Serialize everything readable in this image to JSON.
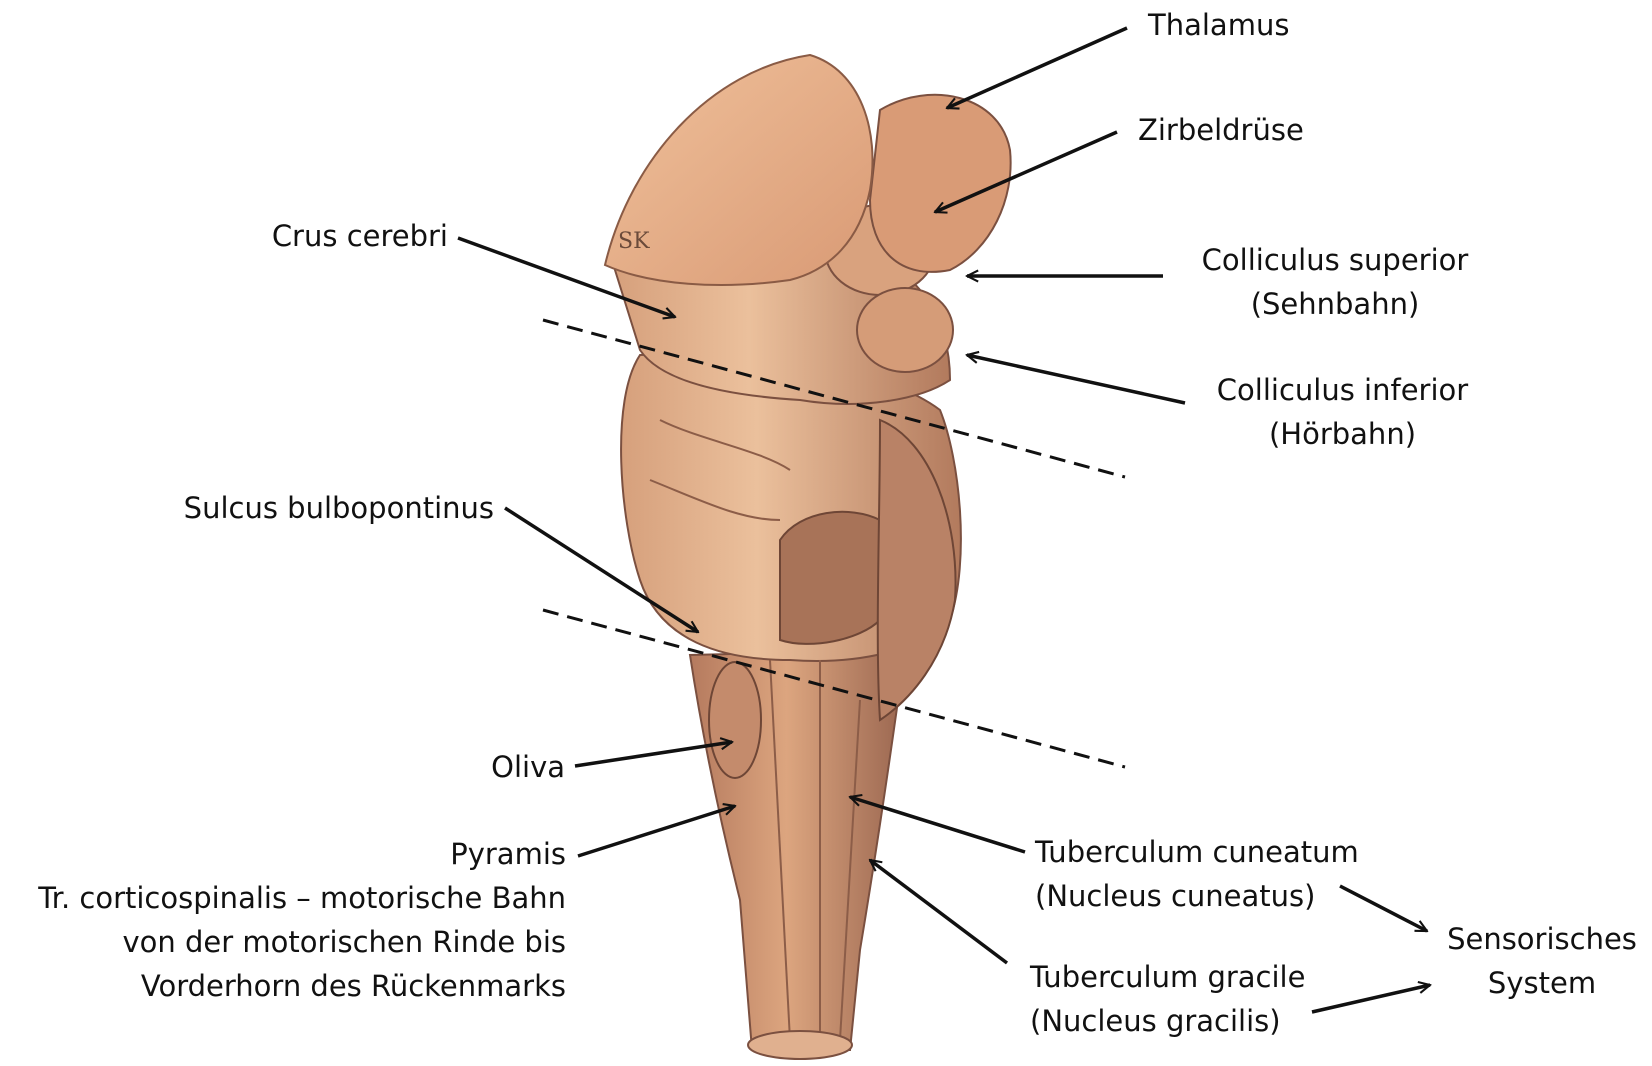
{
  "labels": {
    "thalamus": "Thalamus",
    "zirbeldruese": "Zirbeldrüse",
    "crus_cerebri": "Crus cerebri",
    "colliculus_superior": [
      "Colliculus superior",
      "(Sehnbahn)"
    ],
    "colliculus_inferior": [
      "Colliculus inferior",
      "(Hörbahn)"
    ],
    "sulcus_bulbopontinus": "Sulcus bulbopontinus",
    "oliva": "Oliva",
    "pyramis": "Pyramis",
    "tractus": [
      "Tr. corticospinalis – motorische Bahn",
      "von der motorischen Rinde bis",
      "Vorderhorn des Rückenmarks"
    ],
    "tuberculum_cuneatum": [
      "Tuberculum cuneatum",
      "(Nucleus cuneatus)"
    ],
    "tuberculum_gracile": [
      "Tuberculum gracile",
      "(Nucleus gracilis)"
    ],
    "sensorisches_system": [
      "Sensorisches",
      "System"
    ],
    "sk_mark": "SK"
  },
  "colors": {
    "tissue_light": "#e9b894",
    "tissue_mid": "#c98f6d",
    "tissue_dark": "#9c6a52",
    "cut_surface": "#e3a883",
    "line": "#111111"
  }
}
